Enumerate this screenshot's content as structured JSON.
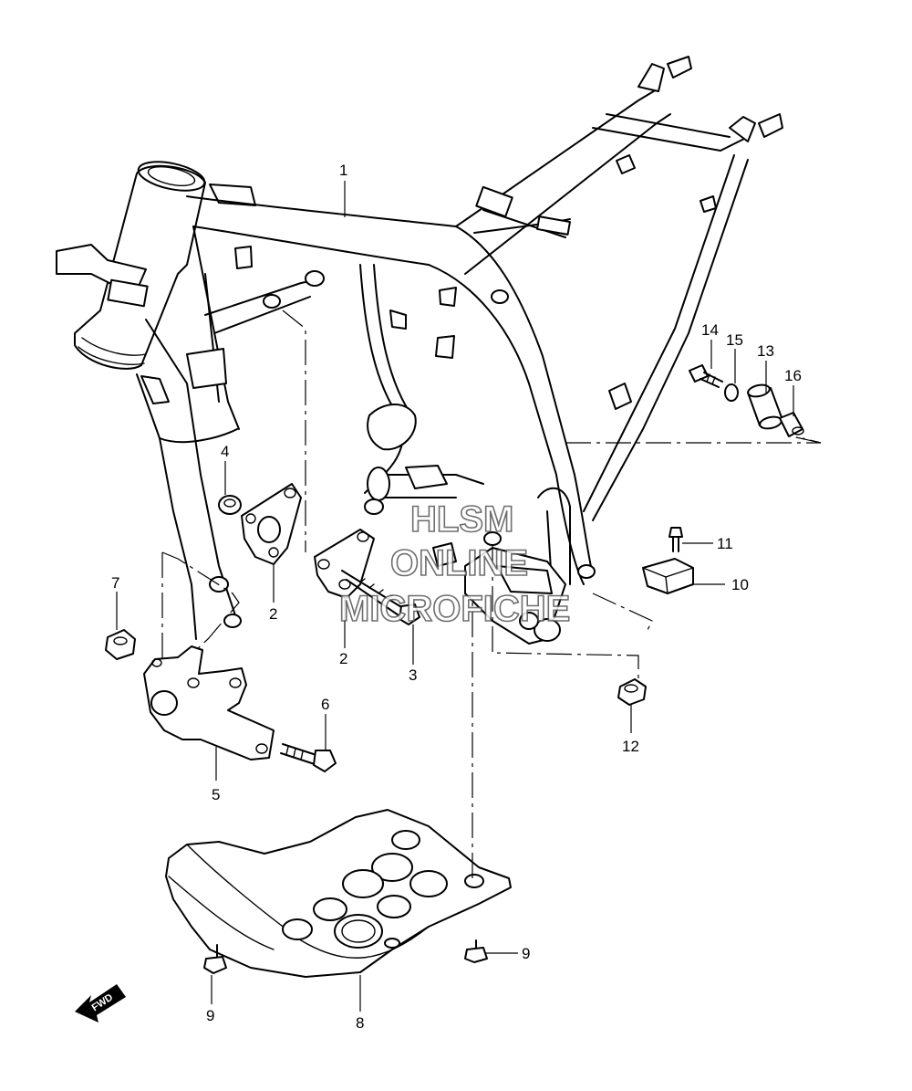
{
  "watermark": {
    "line1": "HLSM",
    "line2": "ONLINE",
    "line3": "MICROFICHE"
  },
  "fwd_label": "FWD",
  "callouts": {
    "c1": "1",
    "c2a": "2",
    "c2b": "2",
    "c3": "3",
    "c4": "4",
    "c5": "5",
    "c6": "6",
    "c7": "7",
    "c8": "8",
    "c9a": "9",
    "c9b": "9",
    "c10": "10",
    "c11": "11",
    "c12": "12",
    "c13": "13",
    "c14": "14",
    "c15": "15",
    "c16": "16"
  },
  "colors": {
    "line": "#000000",
    "background": "#ffffff",
    "watermark_stroke": "#555555"
  }
}
